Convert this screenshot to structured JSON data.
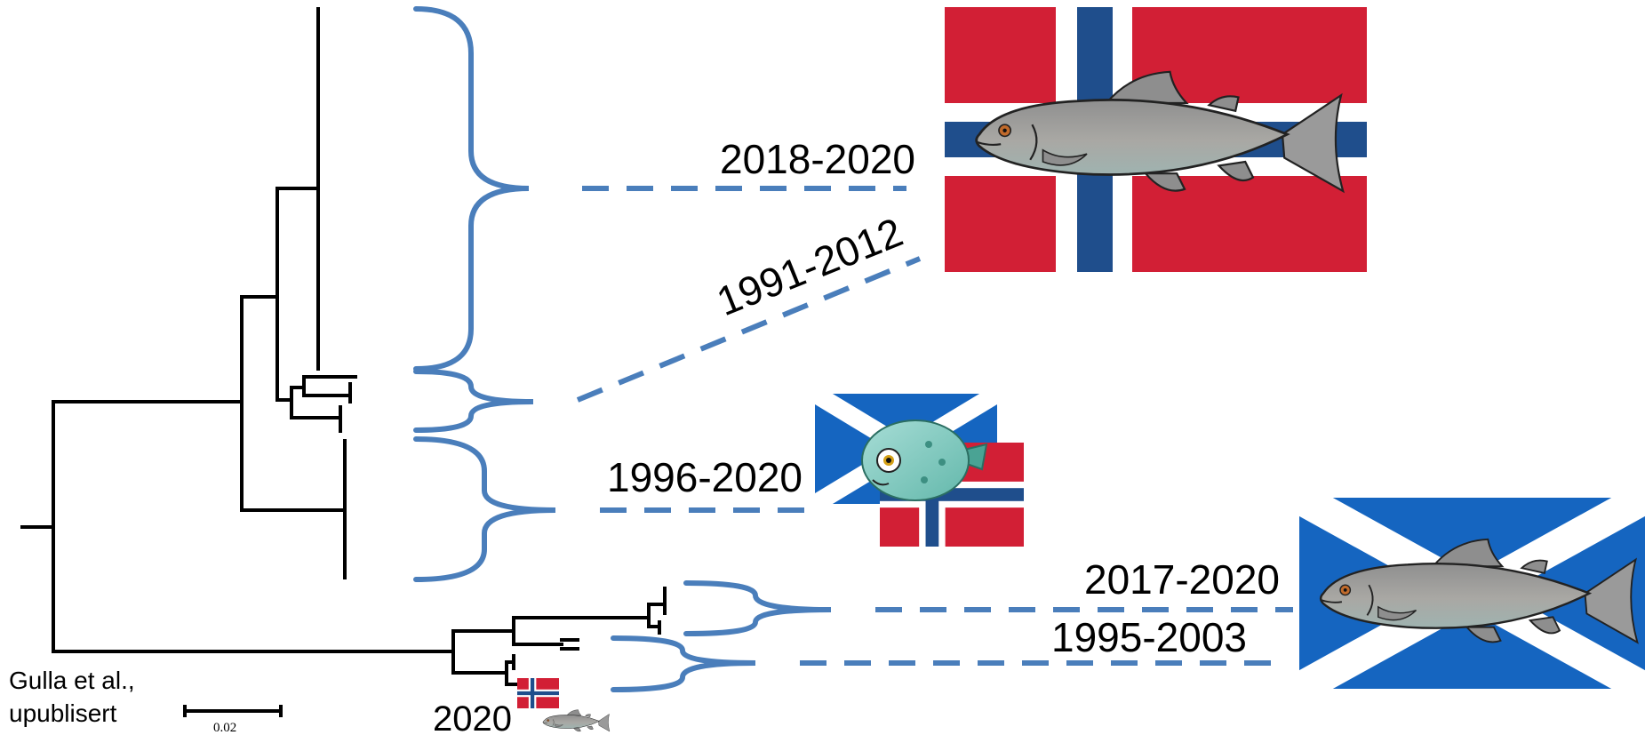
{
  "labels": {
    "period_1": "2018-2020",
    "period_2": "1991-2012",
    "period_3": "1996-2020",
    "period_4": "2017-2020",
    "period_5": "1995-2003",
    "small_year": "2020"
  },
  "attribution": {
    "line1": "Gulla et al.,",
    "line2": "upublisert"
  },
  "scale_bar": {
    "label": "0.02"
  },
  "colors": {
    "bracket": "#4a7ebb",
    "norway_red": "#d21f35",
    "norway_blue": "#1f4e8c",
    "scotland_blue": "#1565c0",
    "tree": "#000000"
  },
  "icons": {
    "salmon": "salmon-icon",
    "lumpfish": "lumpfish-icon",
    "norway_flag": "norway-flag-icon",
    "scotland_flag": "scotland-flag-icon"
  }
}
